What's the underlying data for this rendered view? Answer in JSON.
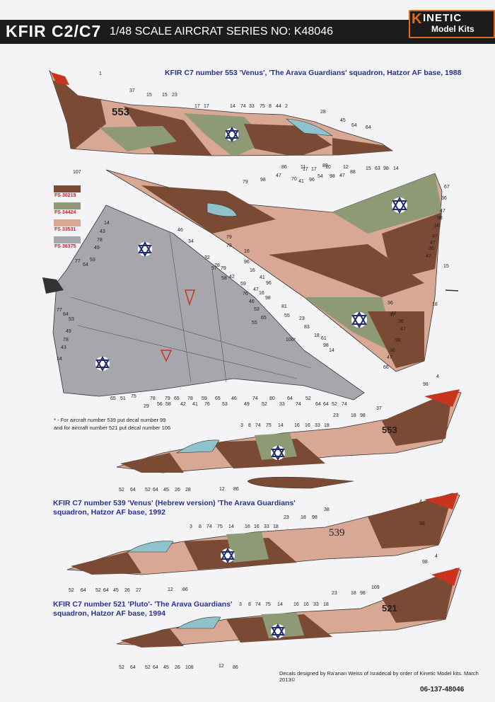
{
  "header": {
    "title": "KFIR C2/C7",
    "series": "1/48 SCALE AIRCRAT SERIES NO: K48046",
    "logo_brand": "INETIC",
    "logo_sub": "Model Kits"
  },
  "captions": {
    "top": "KFIR C7 number 553 'Venus', 'The Arava Guardians' squadron, Hatzor AF base, 1988",
    "middle_line1": "KFIR C7 number 539 'Venus' (Hebrew version) 'The Arava Guardians'",
    "middle_line2": "squadron, Hatzor AF base, 1992",
    "bottom_line1": "KFIR C7 number 521 'Pluto'- 'The Arava Guardians'",
    "bottom_line2": "squadron, Hatzor AF base, 1994"
  },
  "colors": {
    "items": [
      {
        "code": "FS 30219",
        "hex": "#7b4a34"
      },
      {
        "code": "FS 34424",
        "hex": "#8e9a76"
      },
      {
        "code": "FS 33531",
        "hex": "#d9a894"
      },
      {
        "code": "FS 36375",
        "hex": "#a7a6ad"
      }
    ],
    "accent_blue": "#2b2f8f",
    "roundel_blue": "#1f2b6b",
    "tail_red": "#c9341f"
  },
  "note": {
    "line1": "* - For aircraft number 539 put decal number 99",
    "line2": "and for aircraft number 521 put decal number 106"
  },
  "tail_numbers": [
    "553",
    "553",
    "539",
    "521"
  ],
  "credit": "Decals designed by Ra'anan Weiss of Isradecal by order of Kinetic Model kits. March 2013©",
  "code": "06-137-48046",
  "callouts": {
    "top": [
      "1",
      "37",
      "15",
      "15",
      "23",
      "17",
      "17",
      "14",
      "74",
      "33",
      "75",
      "8",
      "44",
      "2",
      "28",
      "45",
      "64",
      "64",
      "107",
      "86",
      "11",
      "10",
      "12"
    ],
    "upper_plan": [
      "79",
      "98",
      "47",
      "70",
      "41",
      "17",
      "17",
      "96",
      "89",
      "54",
      "98",
      "47",
      "88",
      "15",
      "63",
      "98",
      "14",
      "67",
      "36",
      "47",
      "98",
      "36",
      "47",
      "47",
      "36",
      "47",
      "15",
      "79",
      "73",
      "16",
      "96",
      "16",
      "41",
      "47",
      "96",
      "98",
      "16",
      "81",
      "55",
      "23",
      "83",
      "18",
      "61",
      "98",
      "14",
      "47",
      "36",
      "47",
      "36",
      "47",
      "98",
      "36",
      "47",
      "66",
      "18"
    ],
    "lower_plan": [
      "14",
      "43",
      "78",
      "49",
      "77",
      "64",
      "53",
      "77",
      "64",
      "53",
      "49",
      "78",
      "43",
      "14",
      "46",
      "34",
      "32",
      "78",
      "57",
      "79",
      "58",
      "42",
      "59",
      "76",
      "46",
      "53",
      "55",
      "65",
      "100*",
      "65",
      "51",
      "75",
      "78",
      "56",
      "79",
      "58",
      "65",
      "42",
      "78",
      "41",
      "59",
      "76",
      "65",
      "53",
      "46",
      "49",
      "74",
      "52",
      "80",
      "33",
      "64",
      "74",
      "52",
      "64",
      "64",
      "52",
      "74",
      "29"
    ],
    "side2": [
      "98",
      "4",
      "37",
      "23",
      "18",
      "98",
      "3",
      "8",
      "74",
      "75",
      "14",
      "16",
      "16",
      "33",
      "18",
      "52",
      "64",
      "52",
      "64",
      "45",
      "26",
      "28",
      "12",
      "86"
    ],
    "side3": [
      "4",
      "98",
      "38",
      "23",
      "18",
      "98",
      "3",
      "8",
      "74",
      "75",
      "14",
      "16",
      "16",
      "33",
      "18",
      "52",
      "64",
      "52",
      "64",
      "45",
      "26",
      "27",
      "12",
      "86"
    ],
    "side4": [
      "4",
      "98",
      "109",
      "23",
      "18",
      "98",
      "3",
      "8",
      "74",
      "75",
      "14",
      "16",
      "16",
      "33",
      "18",
      "52",
      "64",
      "52",
      "64",
      "45",
      "26",
      "108",
      "12",
      "86"
    ]
  }
}
